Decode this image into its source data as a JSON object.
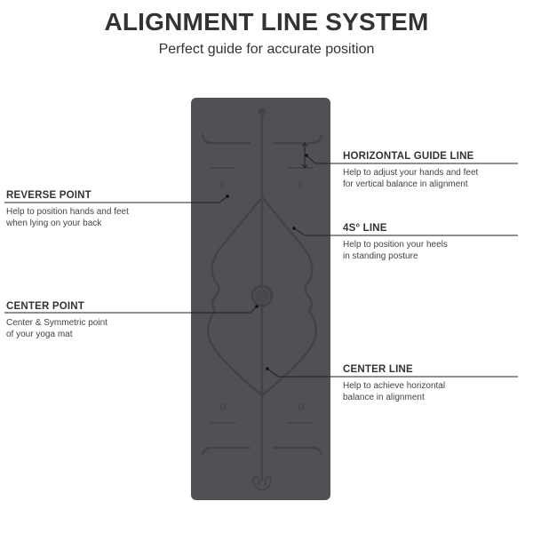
{
  "header": {
    "title": "ALIGNMENT LINE SYSTEM",
    "subtitle": "Perfect guide for accurate position"
  },
  "colors": {
    "mat": "#505055",
    "mat_lines": "#434347",
    "callout_line": "#222222",
    "text": "#333333"
  },
  "callouts_left": [
    {
      "heading": "REVERSE POINT",
      "description": "Help to position hands and feet\nwhen lying on your back"
    },
    {
      "heading": "CENTER POINT",
      "description": "Center & Symmetric point\nof your yoga mat"
    }
  ],
  "callouts_right": [
    {
      "heading": "HORIZONTAL GUIDE LINE",
      "description": "Help to adjust your hands and feet\nfor vertical balance in alignment"
    },
    {
      "heading": "4S° LINE",
      "description": "Help to position your heels\nin standing posture"
    },
    {
      "heading": "CENTER LINE",
      "description": "Help to achieve horizontal\nbalance in alignment"
    }
  ]
}
